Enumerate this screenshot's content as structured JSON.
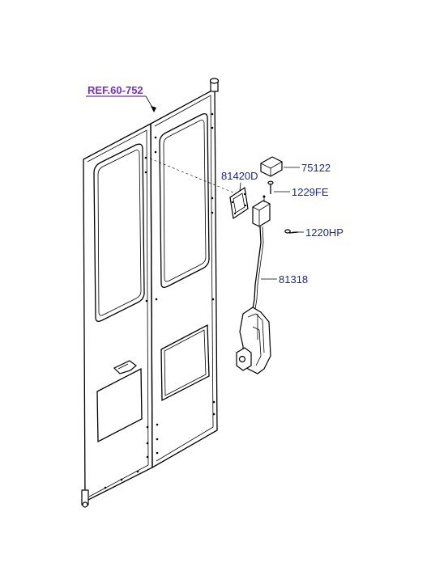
{
  "diagram": {
    "reference_label": "REF.60-752",
    "parts": [
      {
        "id": "75122",
        "label": "75122"
      },
      {
        "id": "81420D",
        "label": "81420D"
      },
      {
        "id": "1229FE",
        "label": "1229FE"
      },
      {
        "id": "1220HP",
        "label": "1220HP"
      },
      {
        "id": "81318",
        "label": "81318"
      }
    ],
    "colors": {
      "part_label": "#1b2a8a",
      "reference_label": "#7b2fbe",
      "line": "#000000"
    }
  }
}
